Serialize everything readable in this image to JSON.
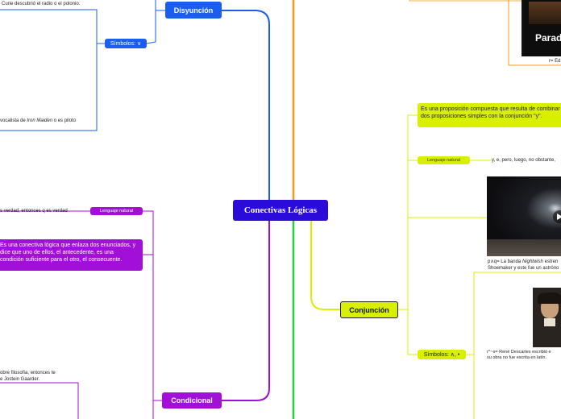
{
  "central": {
    "title": "Conectivas Lógicas"
  },
  "disyuncion": {
    "title": "Disyunción",
    "simbolos_label": "Símbolos:  ∨",
    "example1": "Curie descubrió el radio o el polonio.",
    "example2_pre": " vocalista de ",
    "example2_em": "Iron Maiden",
    "example2_post": " o es piloto"
  },
  "conjuncion": {
    "title": "Conjunción",
    "definition": "Es una proposición compuesta que resulta de combinar dos proposiciones simples con la conjunción \"y\".",
    "lenguaje_label": "Lenguaje natural",
    "lenguaje_text": "y, e, pero, luego, no obstante,",
    "video_caption_pre": "p∧q= La banda ",
    "video_caption_em": "Nightwish",
    "video_caption_post": " estren",
    "video_caption_line2": "Shoemaker y este fue un astróno",
    "simbolos_label": "Símbolos:  ∧, •",
    "descartes_caption1": "r^~s= René Descartes escribió e",
    "descartes_caption2": "su obra no fue escrita en latín.",
    "top_image_text": "Parad",
    "top_image_caption": "r= Ed"
  },
  "condicional": {
    "title": "Condicional",
    "lenguaje_label": "Lenguaje natural",
    "lenguaje_text": "s verdad, entonces q es verdad",
    "definition": "Es una conectiva lógica que enlaza dos enunciados, y dice que uno de ellos, el antecedente, es una condición suficiente para el otro, el consecuente.",
    "example_line1": "obre filosofía, entonces te",
    "example_line2": "e Jostein Gaarder."
  },
  "colors": {
    "central": "#2a0bd9",
    "disyuncion": "#1a5ef0",
    "conjuncion": "#d8f000",
    "condicional": "#a10fd8",
    "orange": "#f39a1a",
    "green": "#2ecc40",
    "purple_box": "#a10fd8"
  }
}
